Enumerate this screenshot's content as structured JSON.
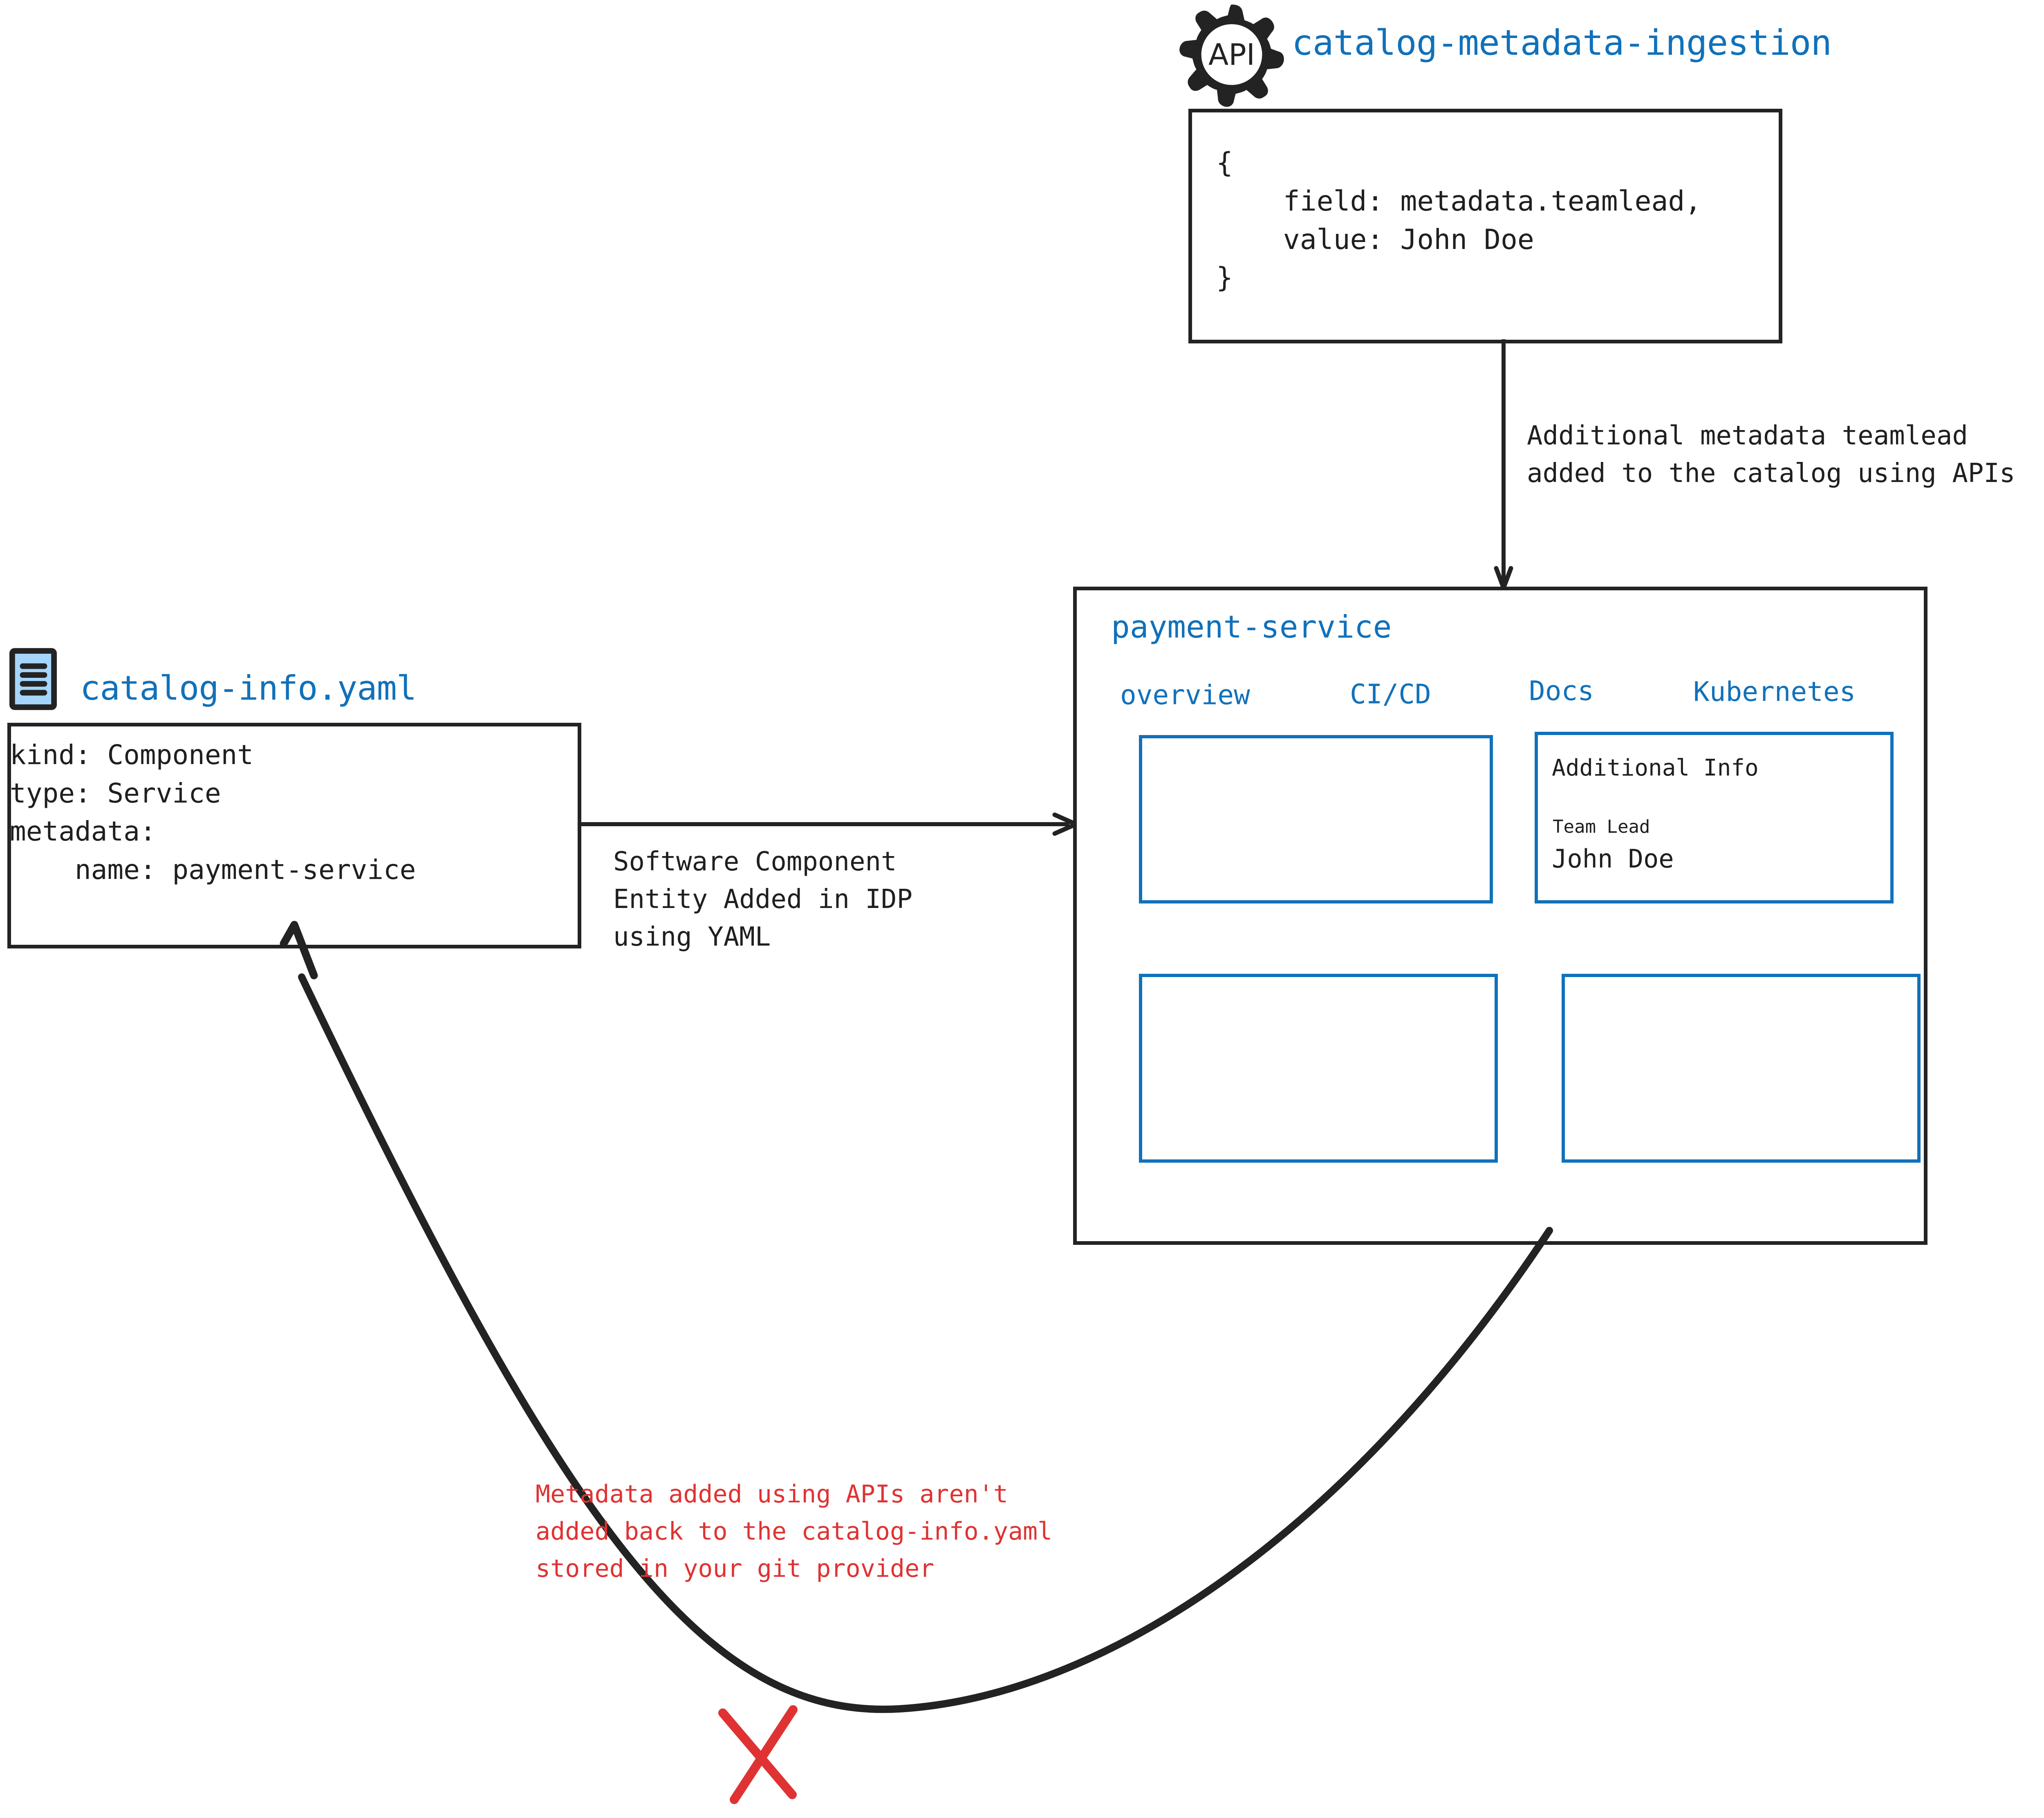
{
  "colors": {
    "accent_blue": "#1171ba",
    "ink": "#232323",
    "warning_red": "#df3333",
    "yaml_icon_fill": "#a5d5fb"
  },
  "api_node": {
    "icon": "api-gear-icon",
    "icon_text": "API",
    "title": "catalog-metadata-ingestion",
    "code_lines": [
      "{",
      "    field: metadata.teamlead,",
      "    value: John Doe",
      "}"
    ]
  },
  "yaml_node": {
    "icon": "yaml-file-icon",
    "title": "catalog-info.yaml",
    "code_lines": [
      "kind: Component",
      "type: Service",
      "metadata:",
      "    name: payment-service"
    ]
  },
  "entity_panel": {
    "title": "payment-service",
    "tabs": [
      {
        "label": "overview"
      },
      {
        "label": "CI/CD"
      },
      {
        "label": "Docs"
      },
      {
        "label": "Kubernetes"
      }
    ],
    "cards": [
      {
        "name": "overview-card",
        "title": "",
        "fields": []
      },
      {
        "name": "additional-info-card",
        "title": "Additional Info",
        "fields": [
          {
            "label": "Team Lead",
            "value": "John Doe"
          }
        ]
      },
      {
        "name": "bottom-left-card",
        "title": "",
        "fields": []
      },
      {
        "name": "bottom-right-card",
        "title": "",
        "fields": []
      }
    ]
  },
  "edges": {
    "api_to_entity_label": "Additional metadata teamlead\nadded to the catalog using APIs",
    "yaml_to_entity_label": "Software Component\nEntity Added in IDP\nusing YAML",
    "entity_to_yaml_note": "Metadata added using APIs aren't\nadded back to the catalog-info.yaml\nstored in your git provider",
    "blocked_marker": "red-x-marker"
  }
}
